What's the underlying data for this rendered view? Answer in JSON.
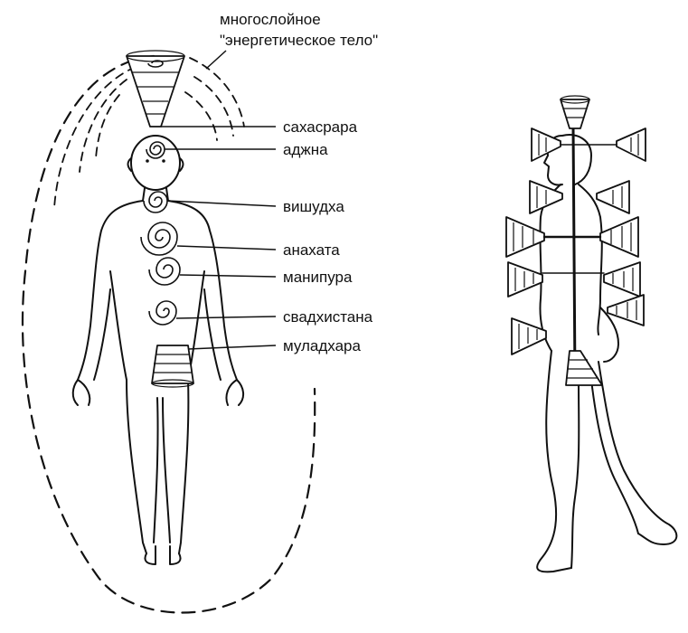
{
  "title": {
    "line1": "многослойное",
    "line2": "\"энергетическое тело\""
  },
  "chakras": [
    {
      "name": "сахасрара"
    },
    {
      "name": "аджна"
    },
    {
      "name": "вишудха"
    },
    {
      "name": "анахата"
    },
    {
      "name": "манипура"
    },
    {
      "name": "свадхистана"
    },
    {
      "name": "муладхара"
    }
  ],
  "colors": {
    "ink": "#111111",
    "background": "#ffffff"
  }
}
